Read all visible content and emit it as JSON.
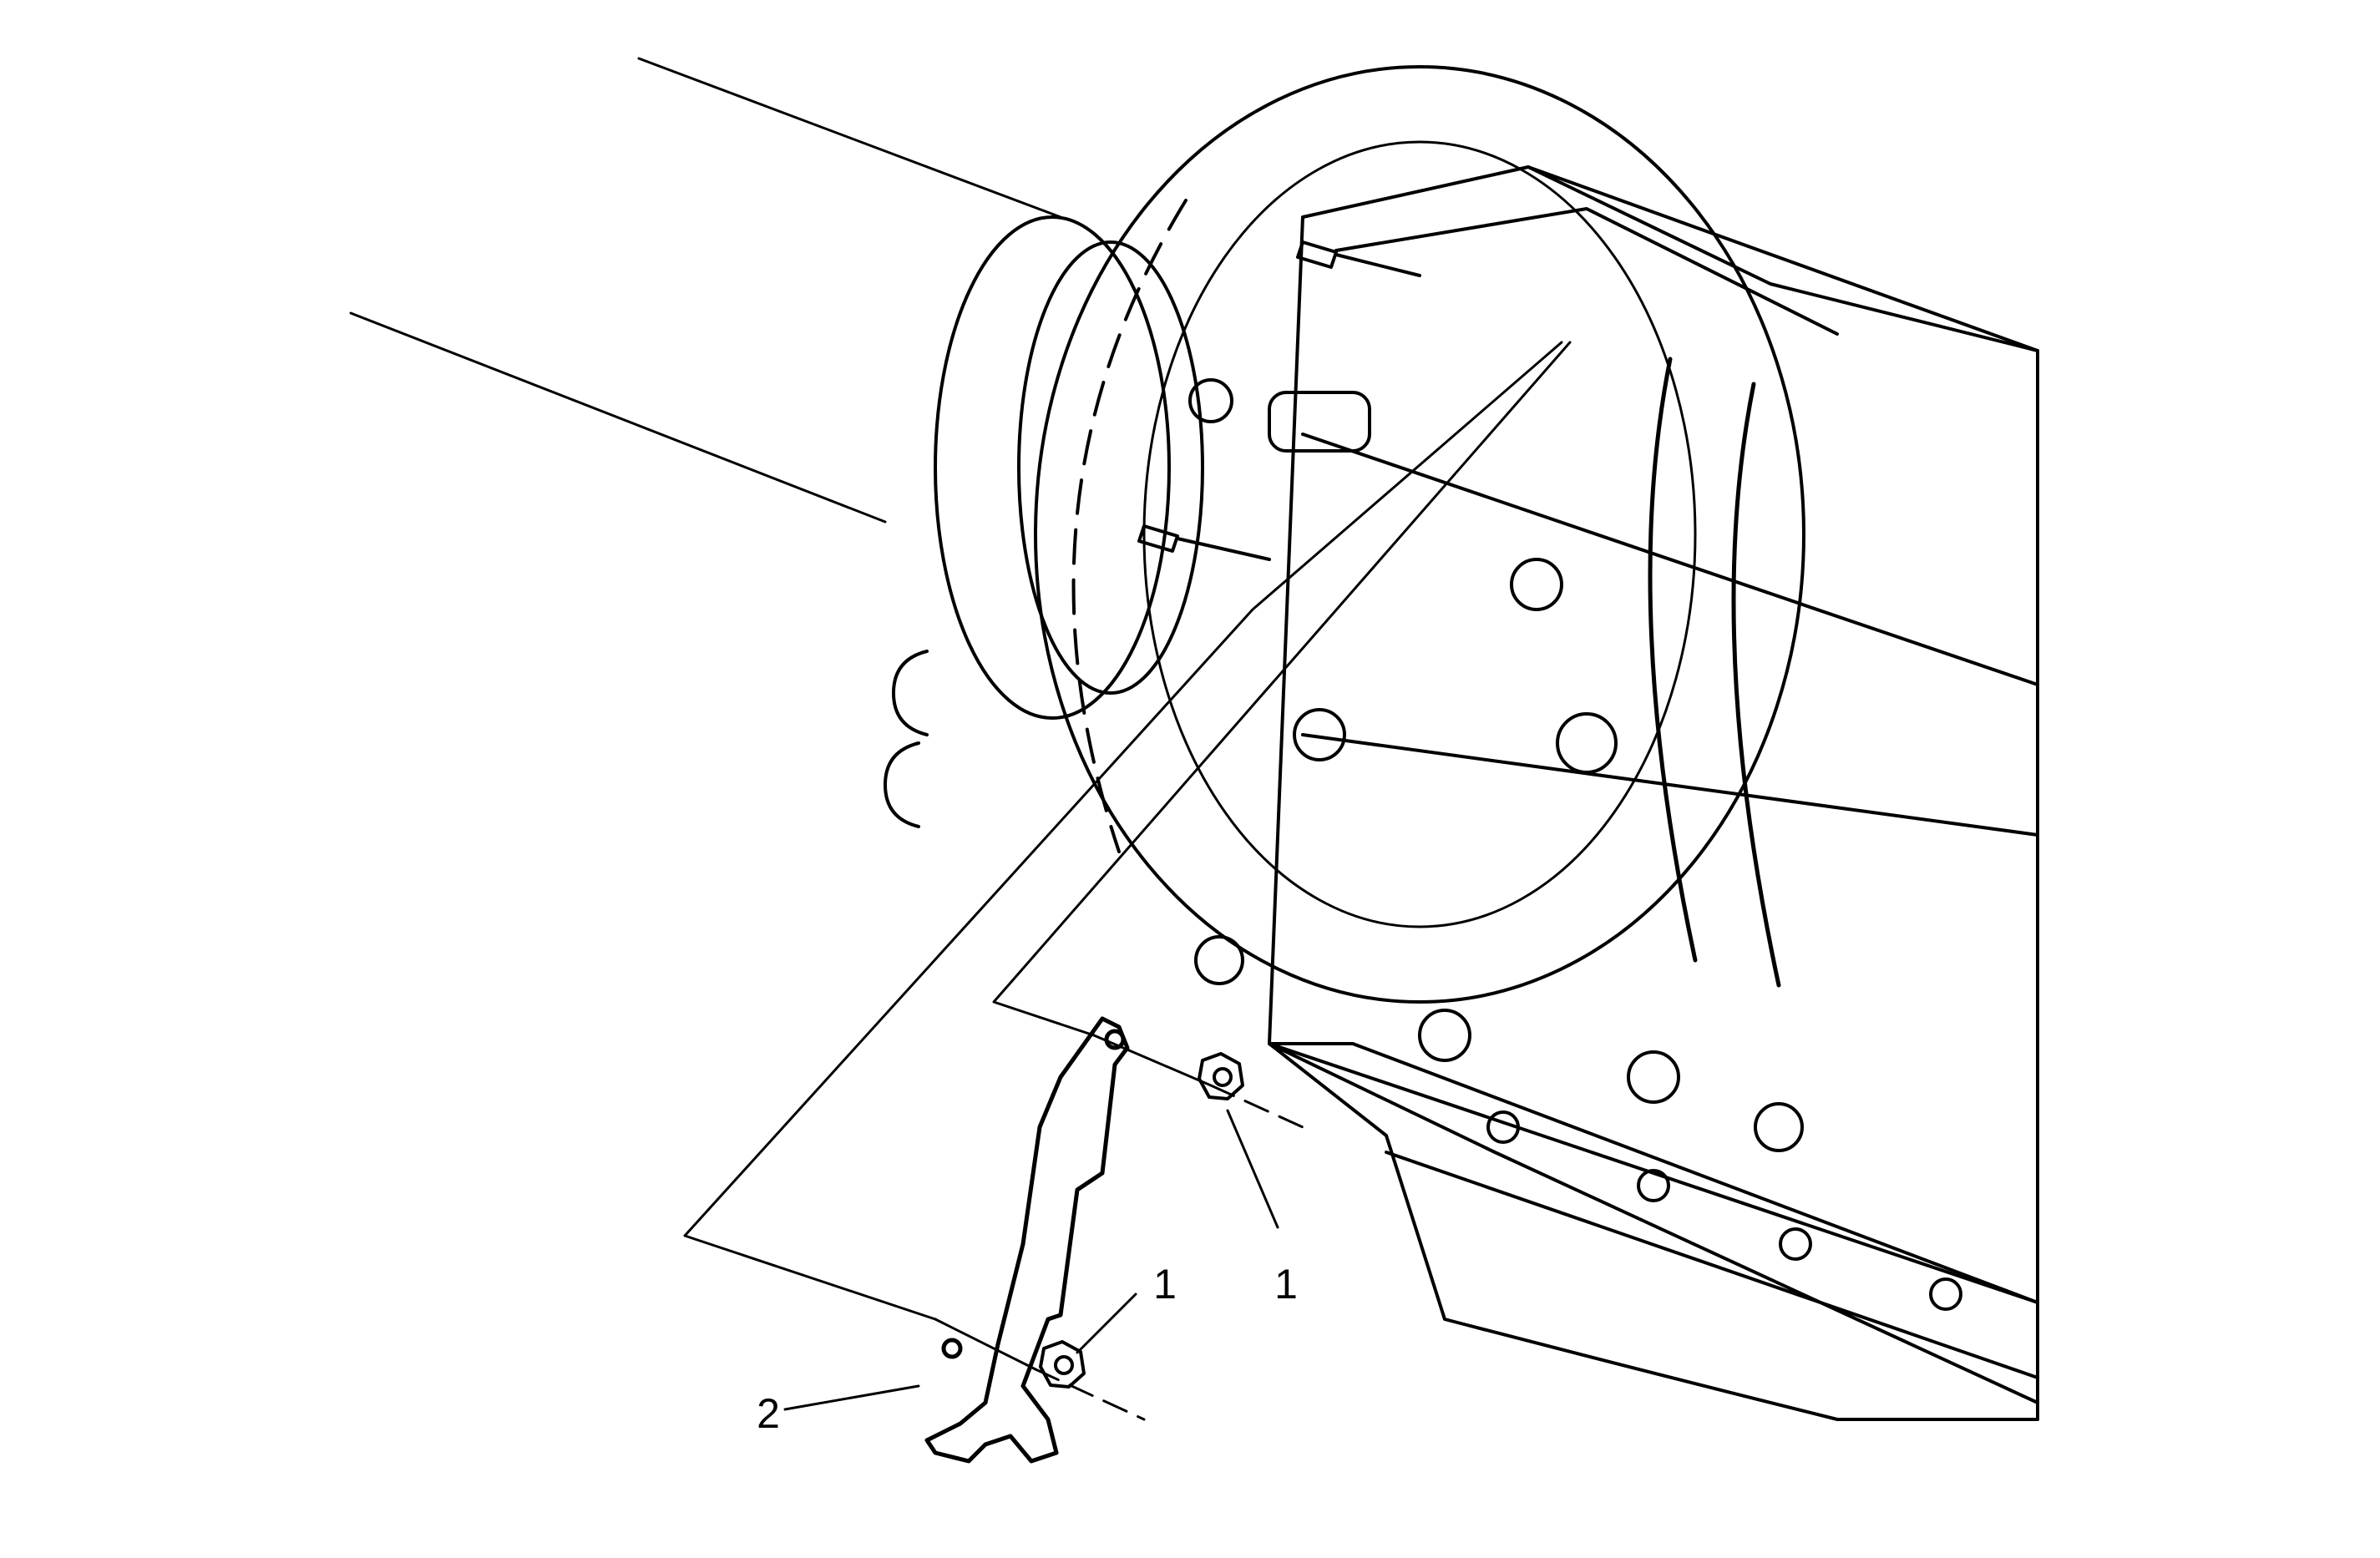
{
  "callouts": [
    {
      "id": "nut-front",
      "text": "1"
    },
    {
      "id": "nut-rear",
      "text": "1"
    },
    {
      "id": "bracket",
      "text": "2"
    }
  ],
  "colors": {
    "ink": "#000000",
    "paper": "#ffffff"
  }
}
